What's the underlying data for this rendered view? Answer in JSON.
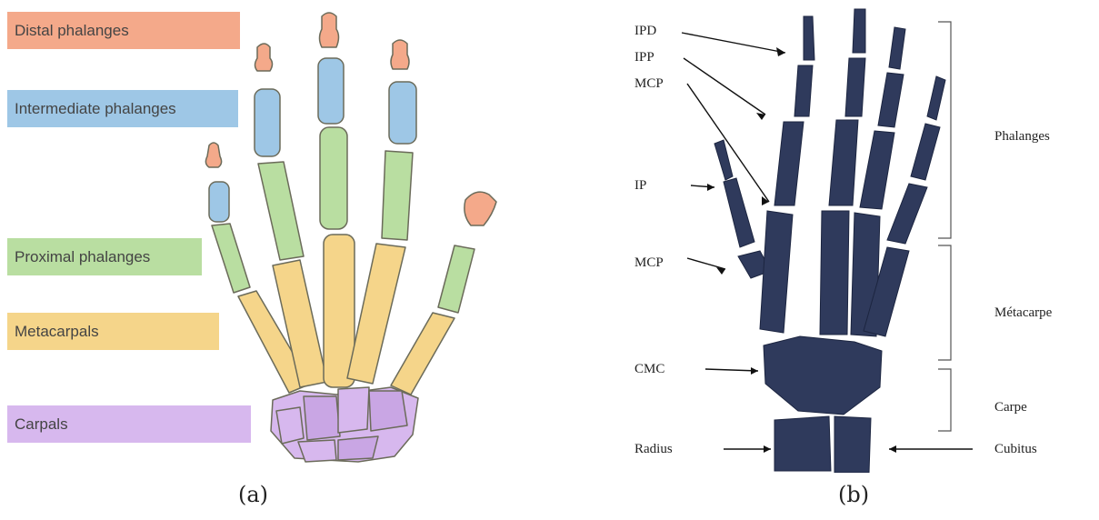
{
  "panel_a": {
    "labels": {
      "distal": "Distal phalanges",
      "intermediate": "Intermediate phalanges",
      "proximal": "Proximal phalanges",
      "metacarpals": "Metacarpals",
      "carpals": "Carpals"
    },
    "colors": {
      "distal": "#f4a98a",
      "intermediate": "#9ec7e6",
      "proximal": "#b9dea1",
      "metacarpals": "#f5d58a",
      "carpals": "#d7b8ee"
    },
    "caption": "(a)"
  },
  "panel_b": {
    "labels": {
      "ipd": "IPD",
      "ipp": "IPP",
      "mcp_top": "MCP",
      "ip": "IP",
      "mcp": "MCP",
      "cmc": "CMC",
      "radius": "Radius",
      "phalanges": "Phalanges",
      "metacarpe": "Métacarpe",
      "carpe": "Carpe",
      "cubitus": "Cubitus"
    },
    "caption": "(b)"
  }
}
